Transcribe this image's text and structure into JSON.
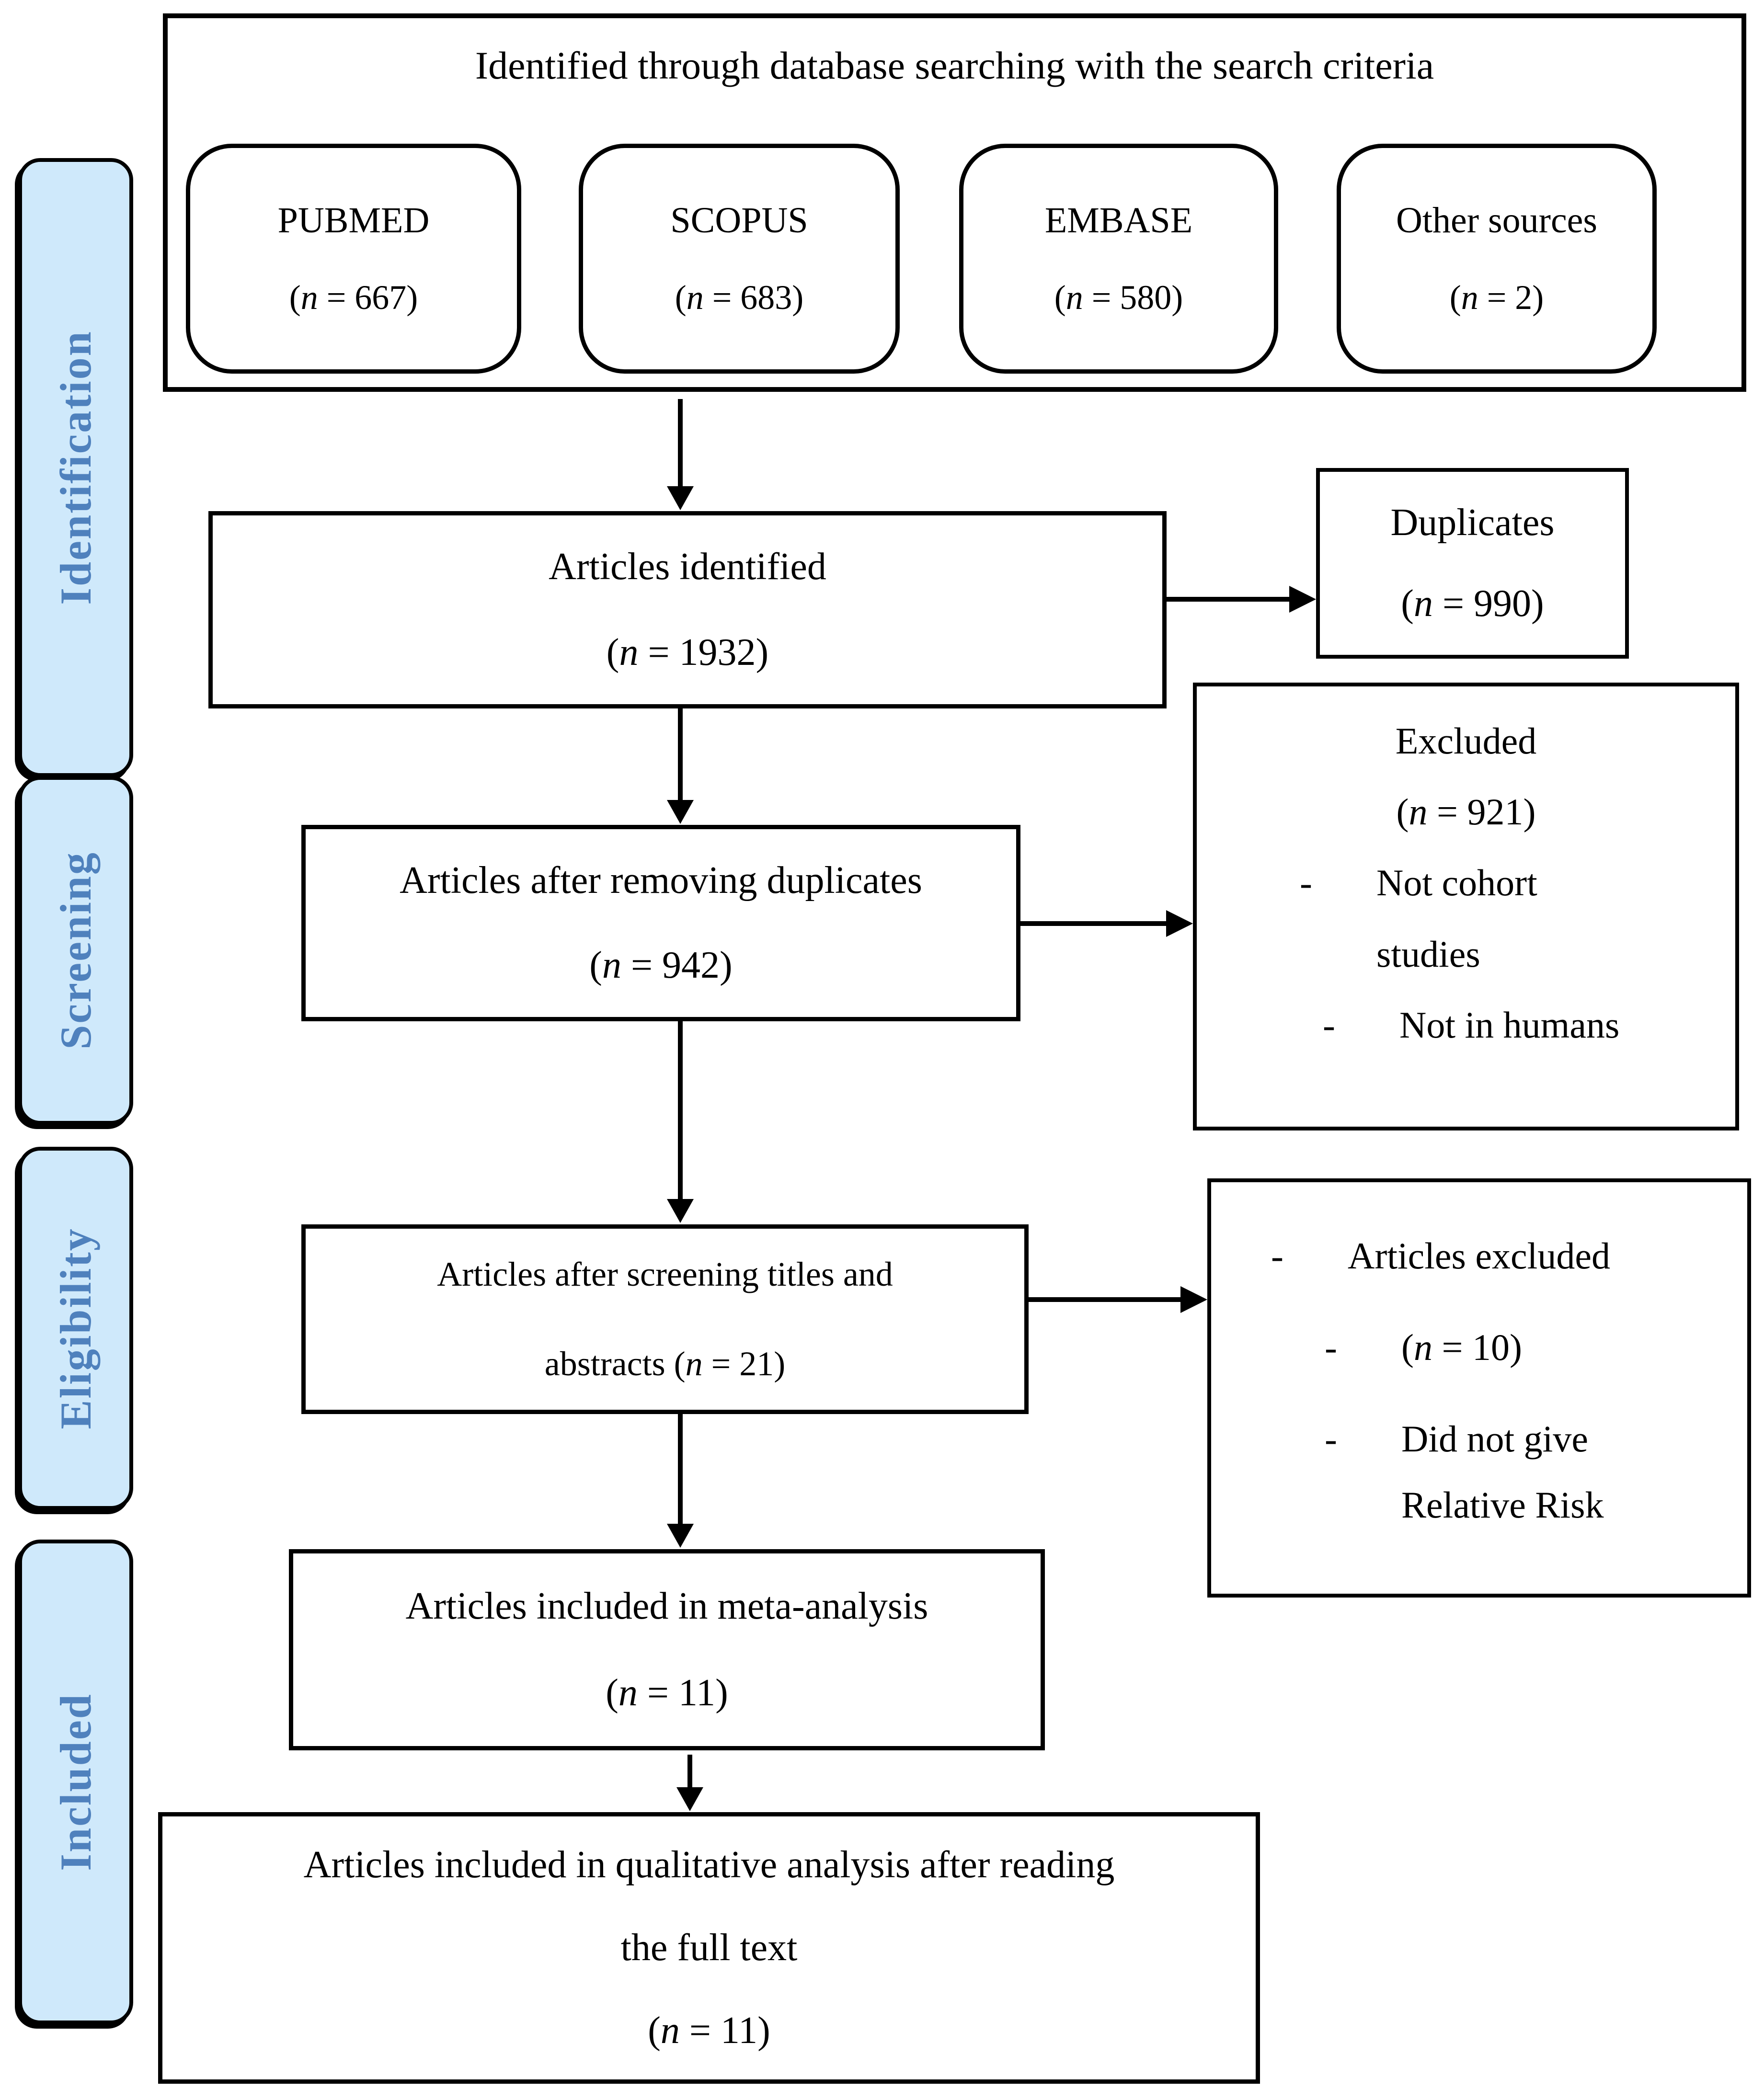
{
  "colors": {
    "sidebar_fill": "#cfe9fb",
    "sidebar_text": "#4f81bd",
    "line": "#000000",
    "background": "#ffffff"
  },
  "sidebar": {
    "items": [
      {
        "label": "Identification"
      },
      {
        "label": "Screening"
      },
      {
        "label": "Eligibility"
      },
      {
        "label": "Included"
      }
    ]
  },
  "top": {
    "title": "Identified through database searching with the search criteria",
    "sources": [
      {
        "name": "PUBMED",
        "count": "(n = 667)"
      },
      {
        "name": "SCOPUS",
        "count": "(n = 683)"
      },
      {
        "name": "EMBASE",
        "count": "(n = 580)"
      },
      {
        "name": "Other sources",
        "count": "(n = 2)"
      }
    ]
  },
  "flow": {
    "identified": {
      "label": "Articles identified",
      "count": "(n = 1932)"
    },
    "duplicates": {
      "label": "Duplicates",
      "count": "(n = 990)"
    },
    "after_duplicates": {
      "label": "Articles after removing duplicates",
      "count": "(n = 942)"
    },
    "excluded": {
      "title": "Excluded",
      "count": "(n = 921)",
      "bullets": [
        {
          "dash": "-",
          "lines": [
            "Not cohort",
            "studies"
          ]
        },
        {
          "dash": "-",
          "lines": [
            "Not in humans"
          ]
        }
      ]
    },
    "after_screening": {
      "line1": "Articles after screening titles and",
      "line2": "abstracts (n = 21)"
    },
    "articles_excluded": {
      "bullets": [
        {
          "dash": "-",
          "lines": [
            "Articles excluded"
          ]
        },
        {
          "dash": "-",
          "lines": [
            "(n = 10)"
          ]
        },
        {
          "dash": "-",
          "lines": [
            "Did not give",
            "Relative Risk"
          ]
        }
      ]
    },
    "meta": {
      "label": "Articles included in meta-analysis",
      "count": "(n = 11)"
    },
    "qualitative": {
      "line1": "Articles included in qualitative analysis after reading",
      "line2": "the full text",
      "count": "(n = 11)"
    }
  }
}
